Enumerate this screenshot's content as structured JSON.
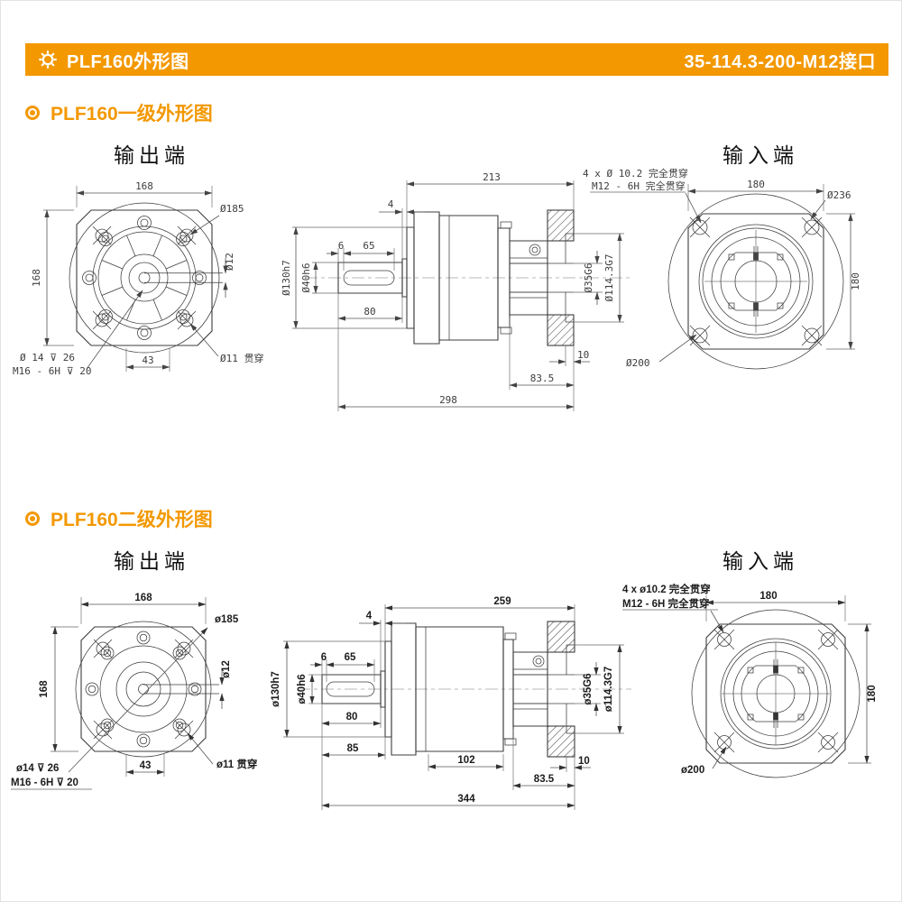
{
  "header": {
    "title": "PLF160外形图",
    "spec": "35-114.3-200-M12接口"
  },
  "colors": {
    "accent": "#F39800",
    "line": "#3C3C3C"
  },
  "s1": {
    "heading": "PLF160一级外形图",
    "out": {
      "title": "输出端",
      "dim_w": "168",
      "dim_h": "168",
      "d_flange": "Ø185",
      "d_shaft": "Ø12",
      "dim_key": "43",
      "note_through": "Ø11 贯穿",
      "note_cbore": "Ø 14 ⊽ 26",
      "note_thread": "M16 - 6H ⊽ 20"
    },
    "side": {
      "dim_body": "213",
      "dim_step": "4",
      "dim_key_off": "6",
      "dim_key_len": "65",
      "dim_shaft_len": "80",
      "d_spigot": "Ø130h7",
      "d_shaft": "Ø40h6",
      "d_bore": "Ø35G6",
      "d_pilot": "Ø114.3G7",
      "dim_plate": "10",
      "dim_input": "83.5",
      "dim_total": "298"
    },
    "inp": {
      "title": "输入端",
      "dim_w": "180",
      "dim_h": "180",
      "d_outer": "Ø236",
      "d_pilot": "Ø200",
      "note1": "4 x Ø 10.2 完全贯穿",
      "note2": "M12 - 6H 完全贯穿"
    }
  },
  "s2": {
    "heading": "PLF160二级外形图",
    "out": {
      "title": "输出端",
      "dim_w": "168",
      "dim_h": "168",
      "d_flange": "ø185",
      "d_shaft": "ø12",
      "dim_key": "43",
      "note_through": "ø11 贯穿",
      "note_cbore": "ø14 ⊽ 26",
      "note_thread": "M16 - 6H ⊽ 20"
    },
    "side": {
      "dim_body": "259",
      "dim_step": "4",
      "dim_key_off": "6",
      "dim_key_len": "65",
      "dim_shaft_len": "80",
      "dim_shaft_total": "85",
      "dim_mid": "102",
      "d_spigot": "ø130h7",
      "d_shaft": "ø40h6",
      "d_bore": "ø35G6",
      "d_pilot": "ø114.3G7",
      "dim_plate": "10",
      "dim_input": "83.5",
      "dim_total": "344"
    },
    "inp": {
      "title": "输入端",
      "dim_w": "180",
      "dim_h": "180",
      "d_pilot": "ø200",
      "note1": "4 x ø10.2 完全贯穿",
      "note2": "M12 - 6H 完全贯穿"
    }
  }
}
